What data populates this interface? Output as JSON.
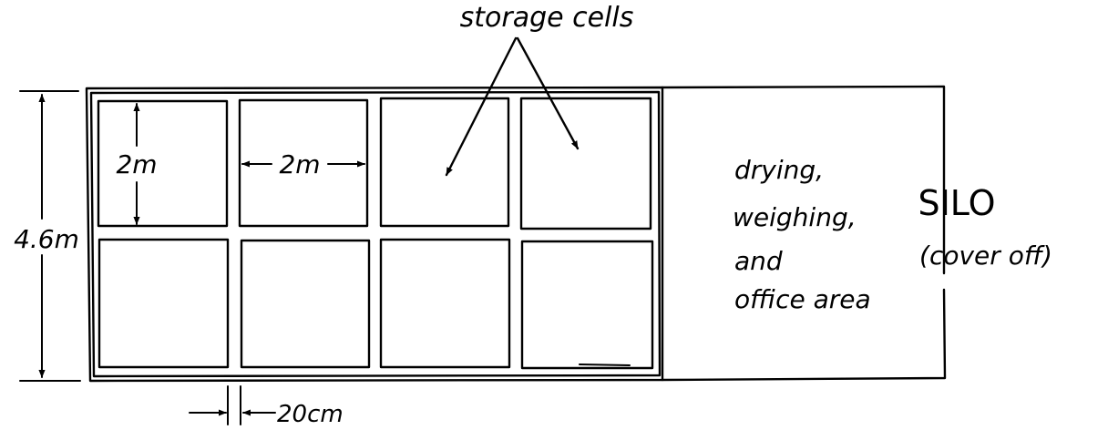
{
  "title": "storage cells",
  "dimensions": {
    "cell_height": "2m",
    "cell_width": "2m",
    "overall_height": "4.6m",
    "wall_thickness": "20cm"
  },
  "area_label": {
    "line1": "drying,",
    "line2": "weighing,",
    "line3": "and",
    "line4": "office area"
  },
  "silo": {
    "label": "SILO",
    "note": "(cover off)"
  },
  "grid": {
    "rows": 2,
    "columns": 4
  },
  "colors": {
    "ink": "#000000",
    "background": "#ffffff"
  }
}
